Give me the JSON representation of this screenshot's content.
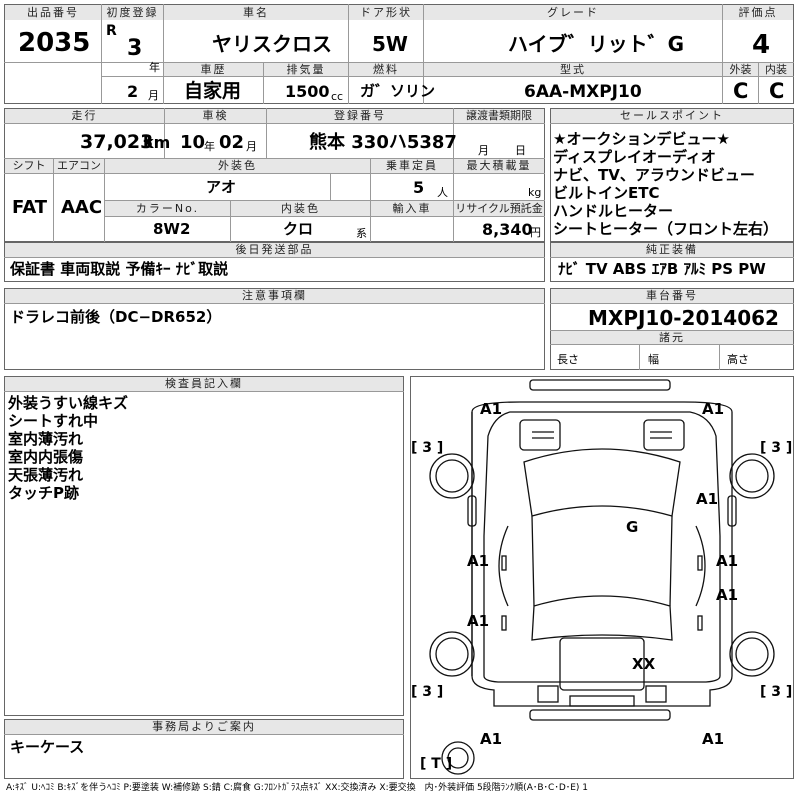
{
  "labels": {
    "lot": "出品番号",
    "first_reg": "初度登録",
    "car_name": "車名",
    "door": "ドア形状",
    "grade": "グレード",
    "score": "評価点",
    "history": "車歴",
    "displacement": "排気量",
    "fuel": "燃料",
    "model": "型式",
    "exterior": "外装",
    "interior": "内装",
    "mileage": "走行",
    "inspection": "車検",
    "reg_no": "登録番号",
    "transfer": "譲渡書類期限",
    "sales_point": "セールスポイント",
    "shift": "シフト",
    "aircon": "エアコン",
    "ext_color": "外装色",
    "capacity": "乗車定員",
    "max_load": "最大積載量",
    "color_no": "カラーNo.",
    "int_color": "内装色",
    "import": "輸入車",
    "recycle": "リサイクル預託金",
    "later_docs": "後日発送部品",
    "equipment": "純正装備",
    "notes": "注意事項欄",
    "chassis": "車台番号",
    "specs": "諸元",
    "length": "長さ",
    "width": "幅",
    "height": "高さ",
    "inspector": "検査員記入欄",
    "office": "事務局よりご案内"
  },
  "units": {
    "year": "年",
    "month": "月",
    "cc": "cc",
    "km": "km",
    "persons": "人",
    "kg": "kg",
    "yen": "円",
    "sys": "系",
    "r_mark": "R"
  },
  "values": {
    "lot": "2035",
    "year": "3",
    "month": "2",
    "car_name": "ヤリスクロス",
    "door": "5W",
    "grade": "ハイブ゛リット゛G",
    "score": "4",
    "history": "自家用",
    "displacement": "1500",
    "fuel": "ガ゛ソリン",
    "model": "6AA-MXPJ10",
    "ext_score": "C",
    "int_score": "C",
    "mileage": "37,023",
    "insp_year": "10",
    "insp_month": "02",
    "reg_no": "熊本 330ハ5387",
    "shift": "FAT",
    "aircon": "AAC",
    "ext_color": "アオ",
    "capacity": "5",
    "color_no": "8W2",
    "int_color": "クロ",
    "recycle": "8,340",
    "chassis": "MXPJ10-2014062"
  },
  "sales_points": [
    "★オークションデビュー★",
    "ディスプレイオーディオ",
    "ナビ、TV、アラウンドビュー",
    "ビルトインETC",
    "ハンドルヒーター",
    "シートヒーター（フロント左右）"
  ],
  "later_docs": "保証書 車両取説 予備ｷｰ ﾅﾋﾞ取説",
  "equipment": "ﾅﾋﾞ TV ABS ｴｱB ｱﾙﾐ PS PW",
  "notes": "ドラレコ前後（DC−DR652）",
  "inspector_notes": [
    "外装うすい線キズ",
    "シートすれ中",
    "室内薄汚れ",
    "室内内張傷",
    "天張薄汚れ",
    "タッチP跡"
  ],
  "office_note": "キーケース",
  "legend": "A:ｷｽﾞ U:ﾍｺﾐ B:ｷｽﾞを伴うﾍｺﾐ P:要塗装 W:補修跡 S:錆 C:腐食 G:ﾌﾛﾝﾄｶﾞﾗｽ点ｷｽﾞ XX:交換済み X:要交換　内･外装評価 5段階ﾗﾝｸ順(A･B･C･D･E) 1",
  "diagram": {
    "marks": [
      "A1",
      "A1",
      "A1",
      "A1",
      "A1",
      "A1",
      "G",
      "A1",
      "A1",
      "XX",
      "A1",
      "A1"
    ],
    "tires": [
      "[ 3 ]",
      "[ 3 ]",
      "[ 3 ]",
      "[ 3 ]",
      "[ T ]"
    ]
  }
}
